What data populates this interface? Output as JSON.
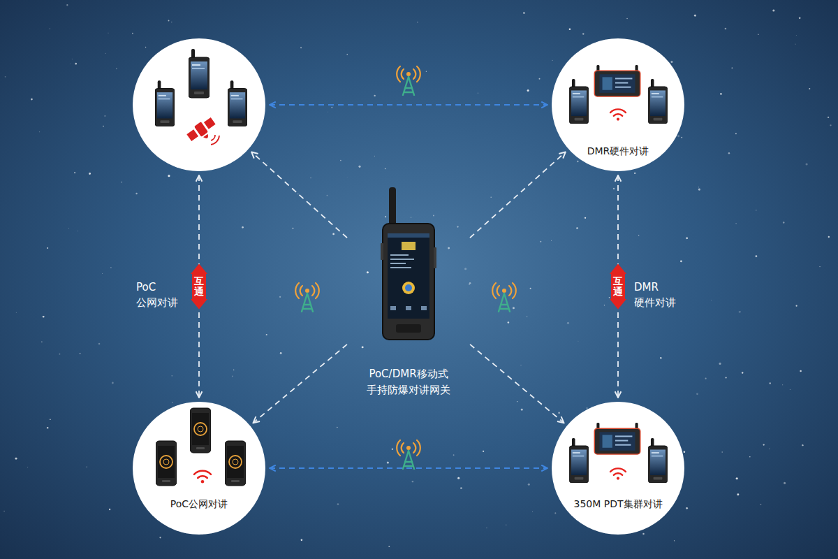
{
  "diagram": {
    "nodes": [
      {
        "text": []
      },
      {
        "text": [
          "DMR硬件对讲"
        ]
      },
      {
        "text": [
          "PoC/DMR移动式 手持防爆对讲网关"
        ]
      },
      {
        "text": [
          "PoC公网对讲"
        ]
      },
      {
        "text": [
          "350M PDT集群对讲"
        ]
      }
    ],
    "edges": [
      {
        "from": 2,
        "to": 0,
        "arrow": "to"
      },
      {
        "from": 2,
        "to": 1,
        "arrow": "to"
      },
      {
        "from": 2,
        "to": 3,
        "arrow": "to"
      },
      {
        "from": 2,
        "to": 4,
        "arrow": "to"
      },
      {
        "from": 0,
        "to": 1,
        "arrow": "both"
      },
      {
        "from": 3,
        "to": 4,
        "arrow": "both"
      },
      {
        "from": 0,
        "to": 3,
        "label": "互通",
        "arrow": "both"
      },
      {
        "from": 1,
        "to": 4,
        "label": "互通",
        "arrow": "both"
      }
    ],
    "labels": [
      "PoC 公网对讲",
      "DMR 硬件对讲"
    ]
  }
}
